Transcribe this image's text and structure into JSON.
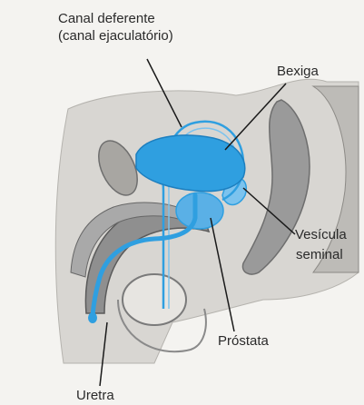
{
  "labels": {
    "canal_deferente": "Canal deferente",
    "canal_ejaculatorio": "(canal ejaculatório)",
    "bexiga": "Bexiga",
    "vesicula": "Vesícula",
    "seminal": "seminal",
    "prostata": "Próstata",
    "uretra": "Uretra"
  },
  "colors": {
    "highlight": "#2f9fe0",
    "highlight_light": "#7cc3ee",
    "tissue": "#8f8f8f",
    "tissue_light": "#c9c9c9",
    "background": "#f4f3f0",
    "label_line": "#1a1a1a"
  }
}
